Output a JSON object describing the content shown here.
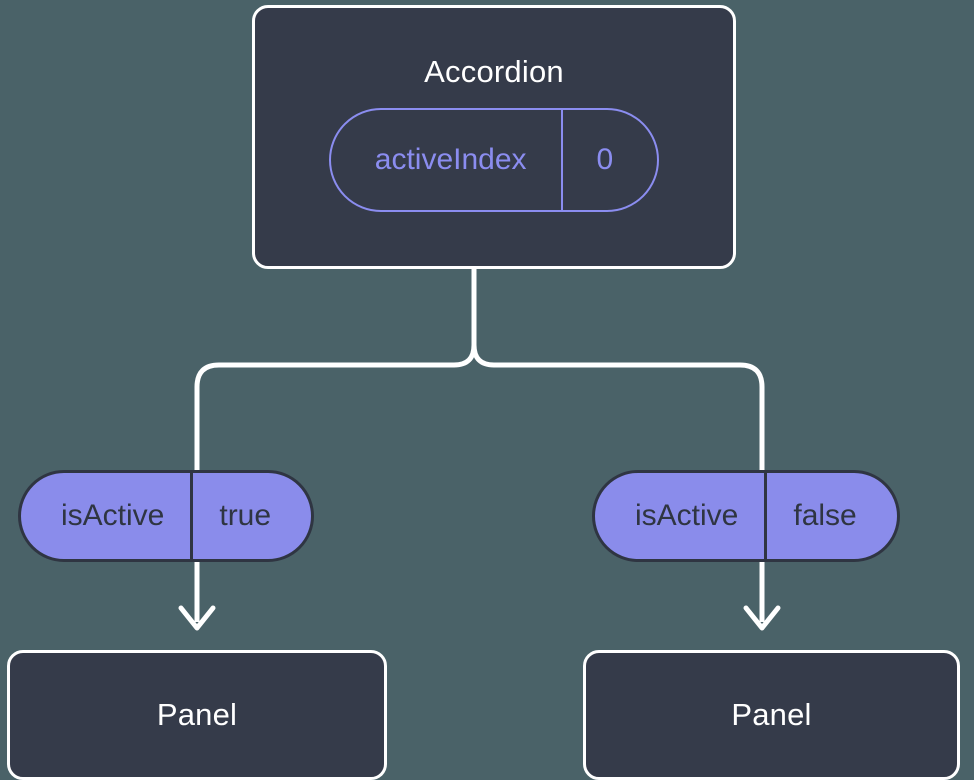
{
  "diagram": {
    "type": "component-tree",
    "background_color": "#4a6268",
    "node_fill_color": "#353b4a",
    "node_border_color": "#ffffff",
    "accent_color": "#8b8df0",
    "pill_fill_color": "#8a8ceb",
    "pill_border_color": "#2f3542",
    "connector_color": "#ffffff"
  },
  "root": {
    "title": "Accordion",
    "state_pill": {
      "key": "activeIndex",
      "value": "0"
    }
  },
  "branches": [
    {
      "id": "left",
      "prop_pill": {
        "key": "isActive",
        "value": "true"
      },
      "child": {
        "title": "Panel"
      }
    },
    {
      "id": "right",
      "prop_pill": {
        "key": "isActive",
        "value": "false"
      },
      "child": {
        "title": "Panel"
      }
    }
  ]
}
